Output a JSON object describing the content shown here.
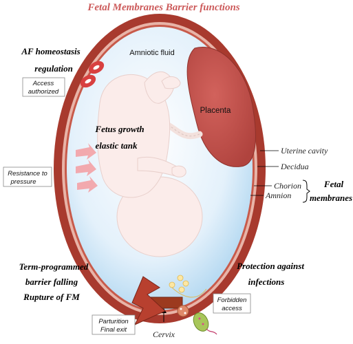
{
  "title": "Fetal Membranes Barrier functions",
  "labels": {
    "amniotic_fluid": "Amniotic fluid",
    "placenta": "Placenta",
    "fetus_growth_1": "Fetus growth",
    "fetus_growth_2": "elastic tank",
    "af_homeostasis_1": "AF homeostasis",
    "af_homeostasis_2": "regulation",
    "term_1": "Term-programmed",
    "term_2": "barrier falling",
    "term_3": "Rupture of FM",
    "protection_1": "Protection against",
    "protection_2": "infections",
    "uterine_cavity": "Uterine cavity",
    "decidua": "Decidua",
    "chorion": "Chorion",
    "amnion": "Amnion",
    "fetal_1": "Fetal",
    "fetal_2": "membranes",
    "cervix": "Cervix"
  },
  "boxes": {
    "access_1": "Access",
    "access_2": "authorized",
    "resistance_1": "Resistance to",
    "resistance_2": "pressure",
    "forbidden_1": "Forbidden",
    "forbidden_2": "access",
    "parturition_1": "Parturition",
    "parturition_2": "Final exit"
  },
  "colors": {
    "uterus_wall": "#a83a2e",
    "decidua": "#e8b4a8",
    "amniotic_fluid": "#cfe6f7",
    "placenta": "#c85550",
    "fetus": "#fbecea",
    "title": "#cc5a5a"
  }
}
